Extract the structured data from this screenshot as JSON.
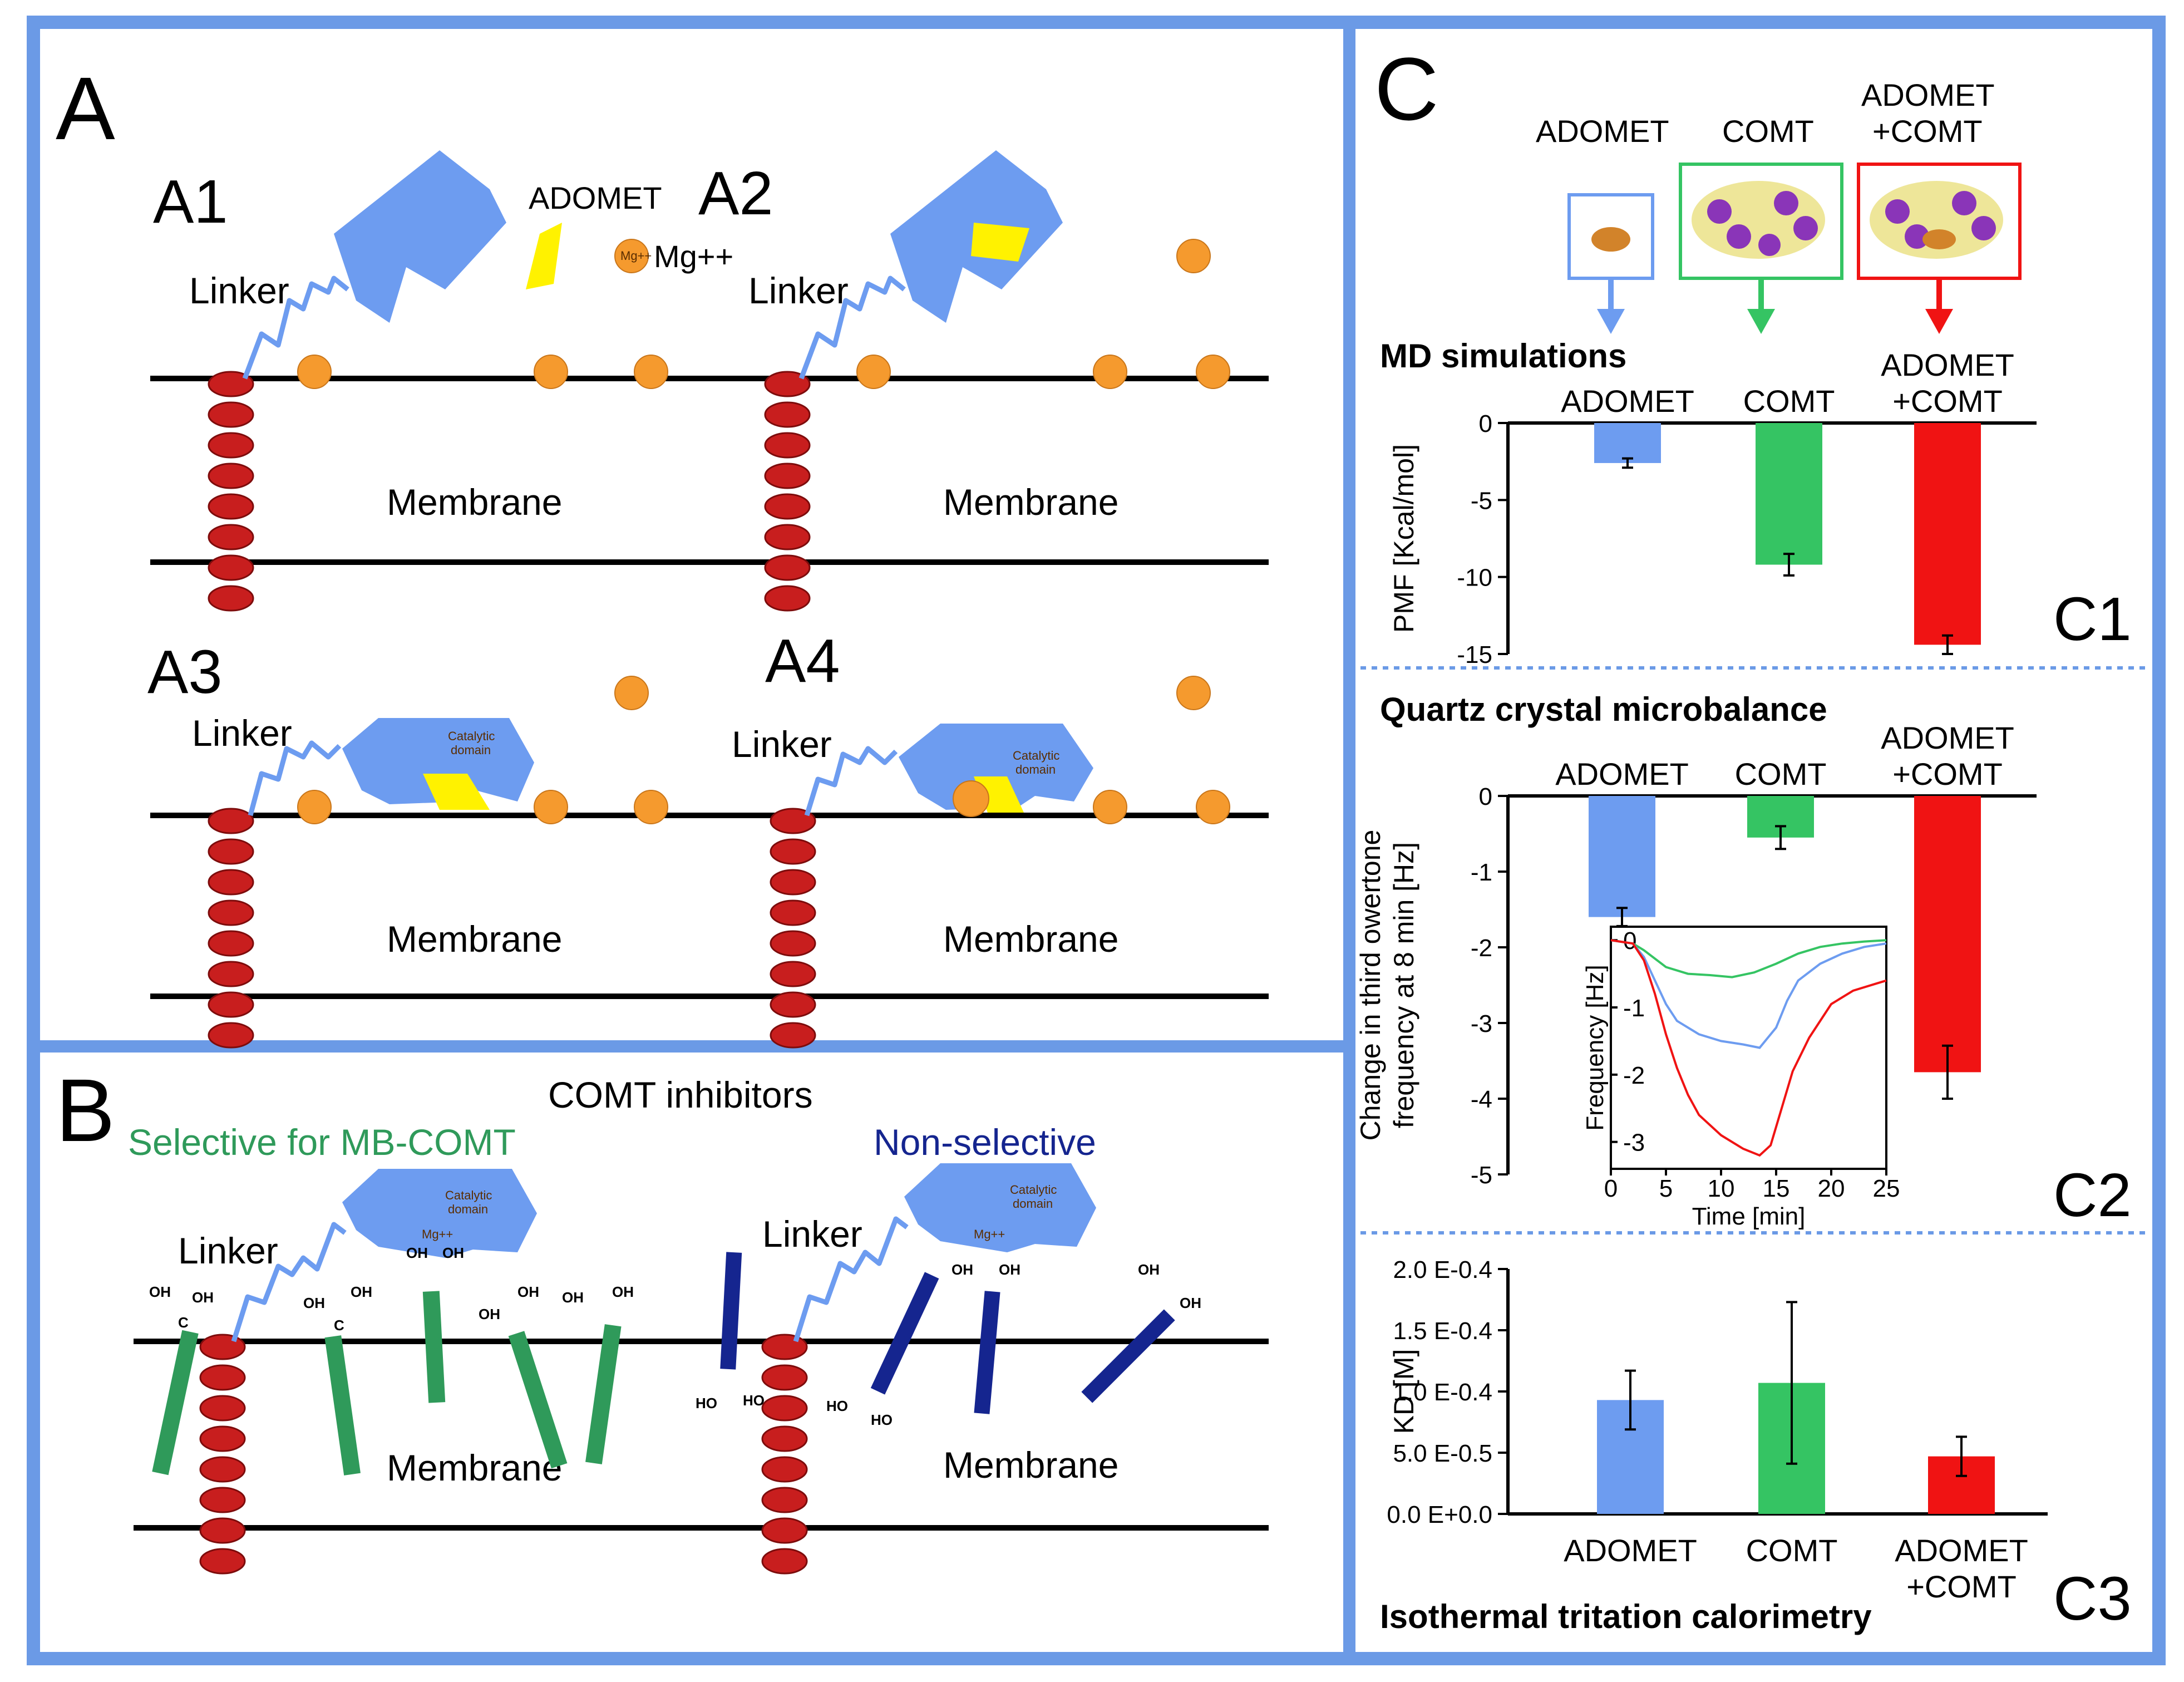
{
  "panel_a": {
    "letter": "A",
    "sub_labels": [
      "A1",
      "A2",
      "A3",
      "A4"
    ],
    "linker_label": "Linker",
    "membrane_label": "Membrane",
    "adomet_label": "ADOMET",
    "mg_label": "Mg++",
    "mg_ball_label": "Mg++",
    "catalytic_label_line1": "Catalytic",
    "catalytic_label_line2": "domain"
  },
  "panel_b": {
    "letter": "B",
    "title": "COMT inhibitors",
    "selective_label": "Selective for MB-COMT",
    "nonselective_label": "Non-selective",
    "linker_label": "Linker",
    "membrane_label": "Membrane",
    "catalytic_label_line1": "Catalytic",
    "catalytic_label_line2": "domain",
    "mg_label": "Mg++",
    "oh_label": "OH",
    "ho_label": "HO",
    "c_label": "C"
  },
  "panel_c": {
    "letter": "C",
    "top_labels": [
      {
        "line1": "ADOMET",
        "line2": ""
      },
      {
        "line1": "COMT",
        "line2": ""
      },
      {
        "line1": "ADOMET",
        "line2": "+COMT"
      }
    ],
    "colors": {
      "adomet": "#6d9cf0",
      "comt": "#35c463",
      "complex": "#f01313"
    }
  },
  "chart_data": [
    {
      "id": "C1",
      "type": "bar",
      "title": "MD simulations",
      "corner_label": "C1",
      "categories": [
        "ADOMET",
        "COMT",
        "ADOMET+COMT"
      ],
      "category_labels": [
        {
          "line1": "ADOMET",
          "line2": ""
        },
        {
          "line1": "COMT",
          "line2": ""
        },
        {
          "line1": "ADOMET",
          "line2": "+COMT"
        }
      ],
      "values": [
        -2.6,
        -9.2,
        -14.4
      ],
      "errors": [
        0.3,
        0.7,
        0.6
      ],
      "ylabel": "PMF [Kcal/mol]",
      "ylim": [
        -15,
        0
      ],
      "yticks": [
        0,
        -5,
        -10,
        -15
      ],
      "ytick_labels": [
        "0",
        "-5",
        "-10",
        "-15"
      ],
      "colors": [
        "#6d9cf0",
        "#35c463",
        "#f01313"
      ]
    },
    {
      "id": "C2",
      "type": "bar",
      "title": "Quartz crystal microbalance",
      "corner_label": "C2",
      "categories": [
        "ADOMET",
        "COMT",
        "ADOMET+COMT"
      ],
      "category_labels": [
        {
          "line1": "ADOMET",
          "line2": ""
        },
        {
          "line1": "COMT",
          "line2": ""
        },
        {
          "line1": "ADOMET",
          "line2": "+COMT"
        }
      ],
      "values": [
        -1.6,
        -0.55,
        -3.65
      ],
      "errors": [
        0.12,
        0.15,
        0.35
      ],
      "ylabel_line1": "Change in third owertone",
      "ylabel_line2": "frequency at 8 min [Hz]",
      "ylim": [
        -5,
        0
      ],
      "yticks": [
        0,
        -1,
        -2,
        -3,
        -4,
        -5
      ],
      "ytick_labels": [
        "0",
        "-1",
        "-2",
        "-3",
        "-4",
        "-5"
      ],
      "colors": [
        "#6d9cf0",
        "#35c463",
        "#f01313"
      ],
      "inset": {
        "type": "line",
        "xlabel": "Time [min]",
        "ylabel": "Frequency [Hz]",
        "xlim": [
          0,
          25
        ],
        "ylim": [
          -3.4,
          0.2
        ],
        "xticks": [
          0,
          5,
          10,
          15,
          20,
          25
        ],
        "xtick_labels": [
          "0",
          "5",
          "10",
          "15",
          "20",
          "25"
        ],
        "yticks": [
          0,
          -1,
          -2,
          -3
        ],
        "ytick_labels": [
          "0",
          "-1",
          "-2",
          "-3"
        ],
        "series": [
          {
            "color": "#35c463",
            "x": [
              0,
              2,
              3,
              5,
              7,
              9,
              11,
              13,
              15,
              17,
              19,
              21,
              23,
              25
            ],
            "y": [
              0,
              -0.05,
              -0.15,
              -0.4,
              -0.5,
              -0.52,
              -0.55,
              -0.48,
              -0.35,
              -0.2,
              -0.1,
              -0.05,
              -0.02,
              0
            ]
          },
          {
            "color": "#6d9cf0",
            "x": [
              0,
              2,
              3,
              4,
              5,
              6,
              8,
              10,
              12,
              13.5,
              15,
              16,
              17,
              19,
              21,
              23,
              25
            ],
            "y": [
              0,
              -0.05,
              -0.25,
              -0.6,
              -0.95,
              -1.2,
              -1.4,
              -1.5,
              -1.55,
              -1.6,
              -1.3,
              -0.9,
              -0.6,
              -0.35,
              -0.2,
              -0.1,
              -0.05
            ]
          },
          {
            "color": "#f01313",
            "x": [
              0,
              2,
              3,
              4,
              5,
              6,
              7,
              8,
              10,
              12,
              13.5,
              14.5,
              15.5,
              16.5,
              18,
              20,
              22,
              24,
              25
            ],
            "y": [
              0,
              -0.05,
              -0.3,
              -0.8,
              -1.4,
              -1.9,
              -2.3,
              -2.6,
              -2.9,
              -3.1,
              -3.2,
              -3.05,
              -2.5,
              -1.95,
              -1.45,
              -0.95,
              -0.75,
              -0.65,
              -0.6
            ]
          }
        ]
      }
    },
    {
      "id": "C3",
      "type": "bar",
      "title": "Isothermal tritation calorimetry",
      "corner_label": "C3",
      "categories": [
        "ADOMET",
        "COMT",
        "ADOMET+COMT"
      ],
      "category_labels": [
        {
          "line1": "ADOMET",
          "line2": ""
        },
        {
          "line1": "COMT",
          "line2": ""
        },
        {
          "line1": "ADOMET",
          "line2": "+COMT"
        }
      ],
      "values": [
        9.3e-05,
        0.000107,
        4.7e-05
      ],
      "errors": [
        2.4e-05,
        6.6e-05,
        1.6e-05
      ],
      "ylabel": "KD [M]",
      "ylim": [
        0,
        0.0002
      ],
      "yticks": [
        0,
        5e-05,
        0.0001,
        0.00015,
        0.0002
      ],
      "ytick_labels": [
        "0.0 E+0.0",
        "5.0 E-0.5",
        "1.0 E-0.4",
        "1.5 E-0.4",
        "2.0 E-0.4"
      ],
      "colors": [
        "#6d9cf0",
        "#35c463",
        "#f01313"
      ]
    }
  ]
}
